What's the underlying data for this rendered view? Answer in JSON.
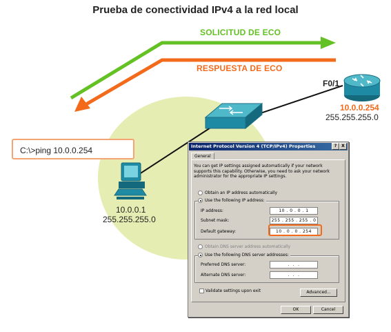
{
  "title": "Prueba de conectividad IPv4 a la red local",
  "eco": {
    "request": "SOLICITUD DE ECO",
    "reply": "RESPUESTA DE ECO"
  },
  "router": {
    "port": "F0/1",
    "ip": "10.0.0.254",
    "mask": "255.255.255.0"
  },
  "pc": {
    "ip": "10.0.0.1",
    "mask": "255.255.255.0",
    "command": "C:\\>ping 10.0.0.254"
  },
  "colors": {
    "request": "#63c124",
    "reply": "#f26a1a",
    "lan": "#e6edb2"
  },
  "dialog": {
    "title": "Internet Protocol Version 4 (TCP/IPv4) Properties",
    "help": "?",
    "close": "X",
    "tab": "General",
    "intro": "You can get IP settings assigned automatically if your network supports this capability. Otherwise, you need to ask your network administrator for the appropriate IP settings.",
    "obtain_ip": "Obtain an IP address automatically",
    "use_ip": "Use the following IP address:",
    "ip_label": "IP address:",
    "ip_value": "10 . 0 . 0 . 1",
    "mask_label": "Subnet mask:",
    "mask_value": "255 . 255 . 255 . 0",
    "gateway_label": "Default gateway:",
    "gateway_value": "10 . 0 . 0 . 254",
    "obtain_dns": "Obtain DNS server address automatically",
    "use_dns": "Use the following DNS server addresses:",
    "preferred_dns_label": "Preferred DNS server:",
    "preferred_dns_value": " .  .  . ",
    "alternate_dns_label": "Alternate DNS server:",
    "alternate_dns_value": " .  .  . ",
    "validate": "Validate settings upon exit",
    "advanced": "Advanced...",
    "ok": "OK",
    "cancel": "Cancel"
  }
}
